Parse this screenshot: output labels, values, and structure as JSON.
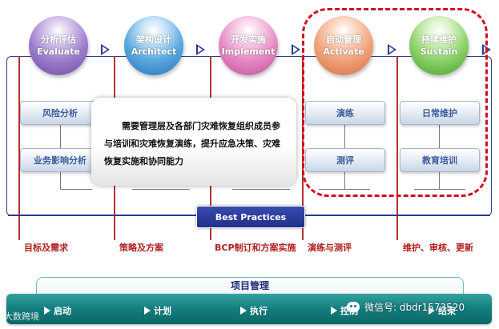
{
  "phases": [
    {
      "zh": "分析评估",
      "en": "Evaluate",
      "color": "#9d7fcc"
    },
    {
      "zh": "架构设计",
      "en": "Architect",
      "color": "#5aa9e0"
    },
    {
      "zh": "开发实施",
      "en": "Implement",
      "color": "#e58ac4"
    },
    {
      "zh": "启动管理",
      "en": "Activate",
      "color": "#f0a37c"
    },
    {
      "zh": "持续维护",
      "en": "Sustain",
      "color": "#8bd36a"
    }
  ],
  "activities": {
    "evaluate": [
      "风险分析",
      "业务影响分析"
    ],
    "activate": [
      "演练",
      "测评"
    ],
    "sustain": [
      "日常维护",
      "教育培训"
    ]
  },
  "callout": {
    "text": "需要管理层及各部门灾难恢复组织成员参与培训和灾难恢复演练，提升应急决策、灾难恢复实施和协同能力"
  },
  "best_practices": "Best Practices",
  "outputs": [
    "目标及需求",
    "策略及方案",
    "BCP制订和方案实施",
    "演练与测评",
    "维护、审核、更新"
  ],
  "project_management": {
    "title": "项目管理",
    "steps": [
      "启动",
      "计划",
      "执行",
      "控制",
      "结束"
    ]
  },
  "watermark": {
    "left": "大数跨境",
    "wechat": "微信号: dbdr1573520"
  },
  "colors": {
    "frame": "#2a3b8f",
    "highlight": "#d0101e",
    "output_text": "#b02020",
    "pm_bar": "#137d7d"
  }
}
